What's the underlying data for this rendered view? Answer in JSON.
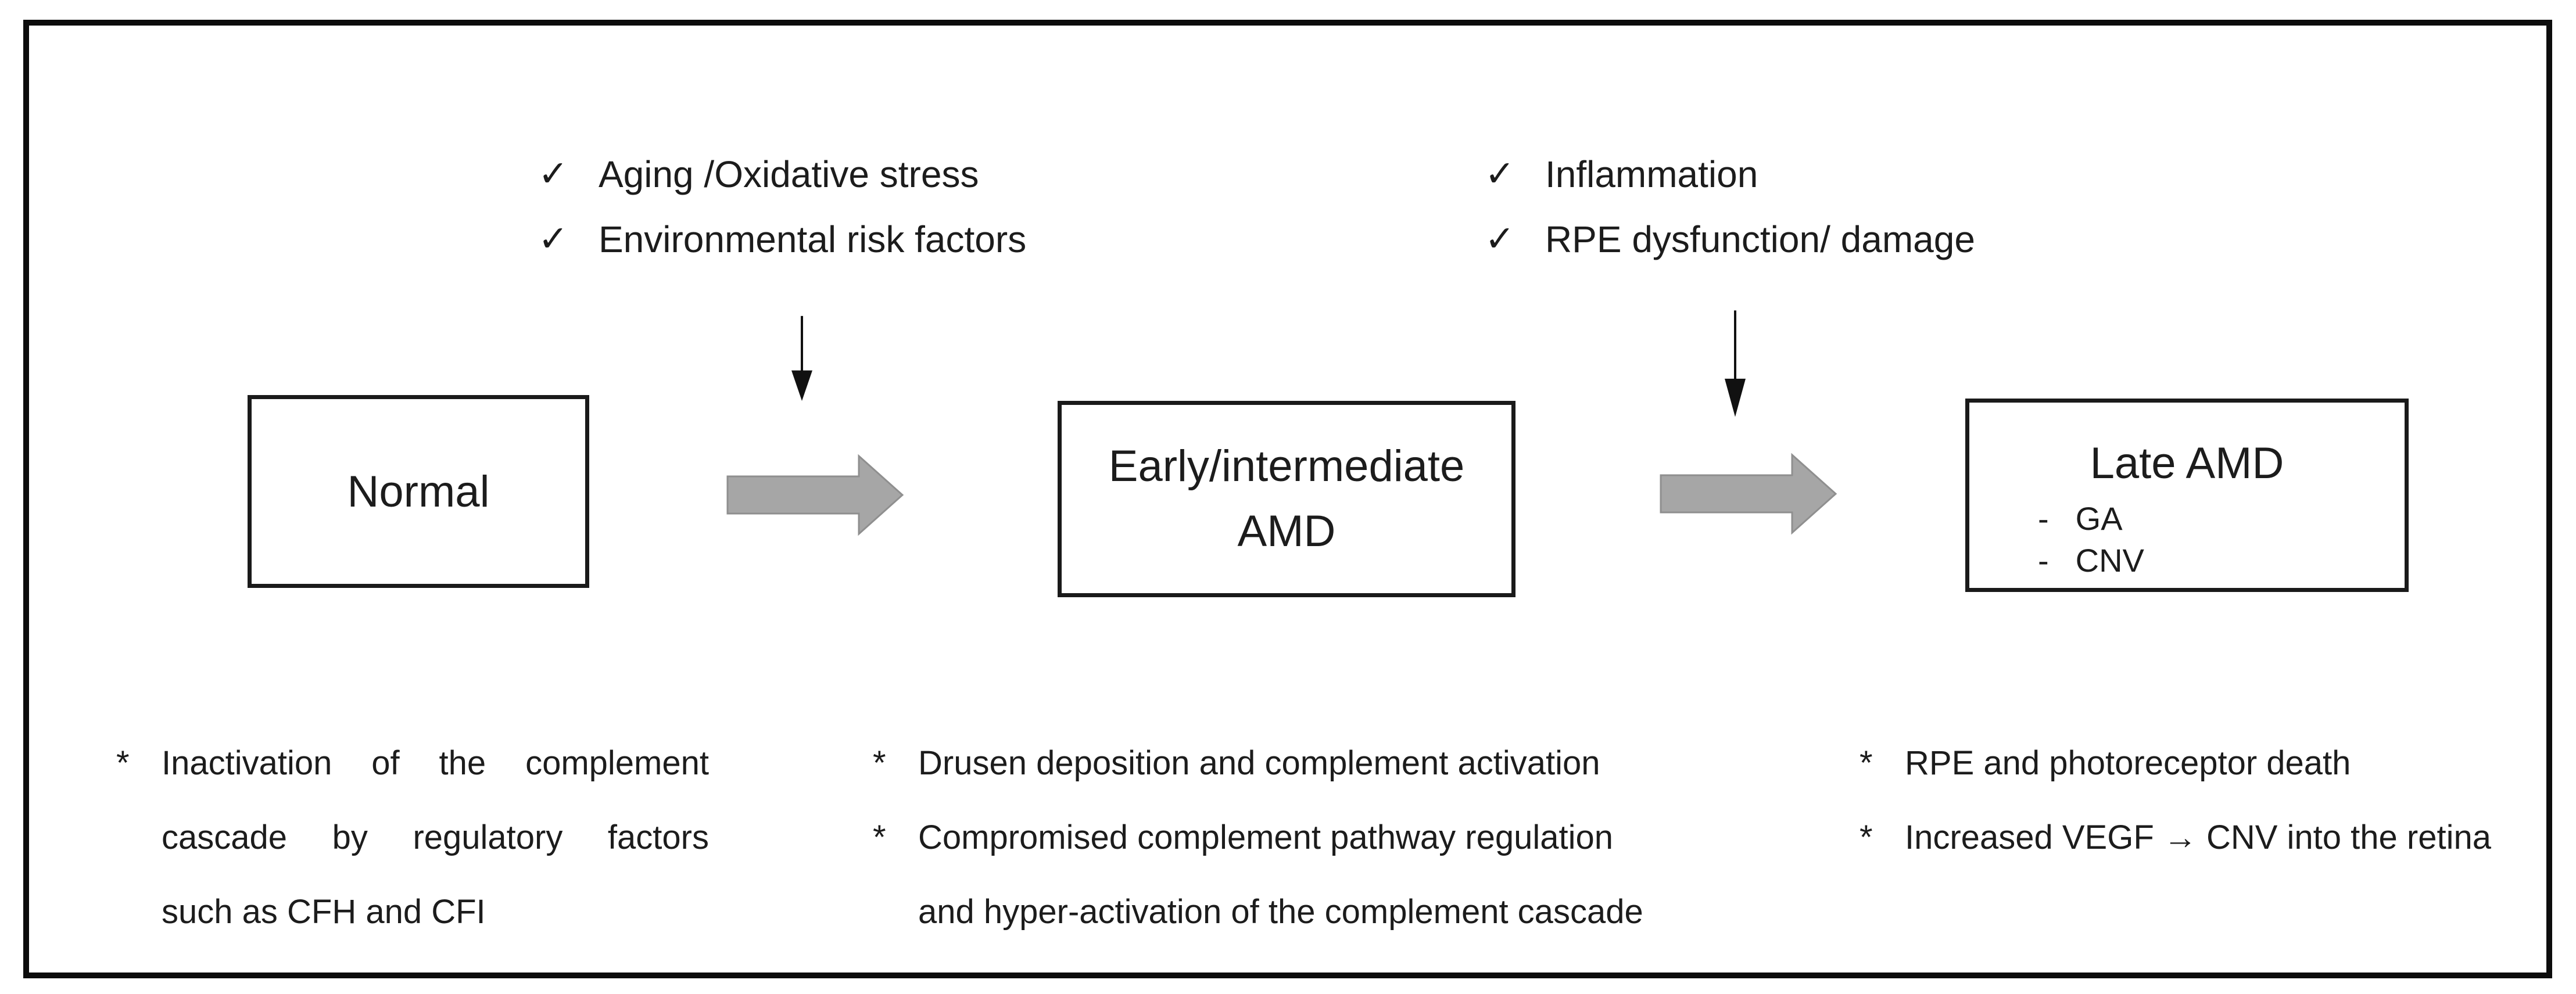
{
  "icons": {
    "check": "✓"
  },
  "colors": {
    "arrow_fill": "#a6a6a6",
    "arrow_stroke": "#8f8f8f",
    "frame_border": "#0c0c0c",
    "text": "#1c1c1c"
  },
  "checklists": {
    "left": {
      "items": [
        "Aging /Oxidative stress",
        "Environmental risk factors"
      ]
    },
    "right": {
      "items": [
        "Inflammation",
        "RPE dysfunction/ damage"
      ]
    }
  },
  "stages": {
    "normal": {
      "label": "Normal"
    },
    "early": {
      "line1": "Early/intermediate",
      "line2": "AMD"
    },
    "late": {
      "title": "Late AMD",
      "bullet": "-",
      "items": [
        "GA",
        "CNV"
      ]
    }
  },
  "notes": {
    "left": {
      "marker": "*",
      "lines": [
        "Inactivation of the complement",
        "cascade by regulatory factors",
        "such as CFH and CFI"
      ]
    },
    "middle": {
      "marker1": "*",
      "bullet1": "Drusen deposition and complement activation",
      "marker2": "*",
      "bullet2_line1": "Compromised complement pathway regulation",
      "bullet2_line2": "and hyper-activation of the complement cascade"
    },
    "right": {
      "marker1": "*",
      "bullet1": "RPE and photoreceptor death",
      "marker2": "*",
      "bullet2": "Increased VEGF → CNV into the retina"
    }
  }
}
